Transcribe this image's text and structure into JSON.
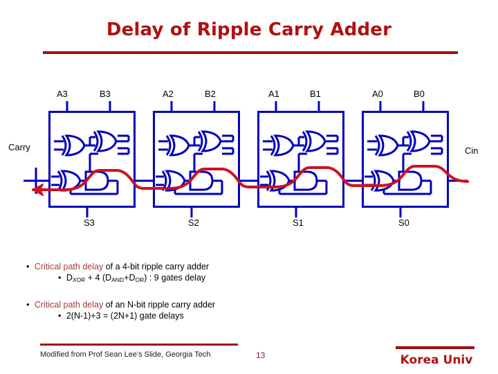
{
  "slide": {
    "title": "Delay of Ripple Carry Adder",
    "page_number": "13",
    "footer_note": "Modified from Prof Sean Lee's Slide, Georgia Tech",
    "brand": "Korea Univ"
  },
  "colors": {
    "title_red": "#B01010",
    "rule_red": "#9E1111",
    "circuit_blue": "#0000BB",
    "critical_path_red": "#D01020",
    "highlight_red": "#A33A3A",
    "text_black": "#000000"
  },
  "circuit": {
    "type": "4-bit ripple carry adder",
    "carry_out_label": "Carry",
    "carry_in_label": "Cin",
    "blocks": [
      {
        "a": "A3",
        "b": "B3",
        "sum": "S3"
      },
      {
        "a": "A2",
        "b": "B2",
        "sum": "S2"
      },
      {
        "a": "A1",
        "b": "B1",
        "sum": "S1"
      },
      {
        "a": "A0",
        "b": "B0",
        "sum": "S0"
      }
    ],
    "gates_per_block": [
      "xor",
      "xor",
      "and",
      "and",
      "or"
    ]
  },
  "bullets": [
    {
      "highlight": "Critical path delay",
      "rest": " of a 4-bit ripple carry adder",
      "sub_prefix": "D",
      "sub_1": "XOR",
      "sub_mid": " + 4 (D",
      "sub_2": "AND",
      "sub_mid2": "+D",
      "sub_3": "OR",
      "sub_tail": ") : 9 gates delay"
    },
    {
      "highlight": "Critical path delay",
      "rest": " of an N-bit ripple carry adder",
      "detail": "2(N-1)+3 = (2N+1) gate delays"
    }
  ]
}
